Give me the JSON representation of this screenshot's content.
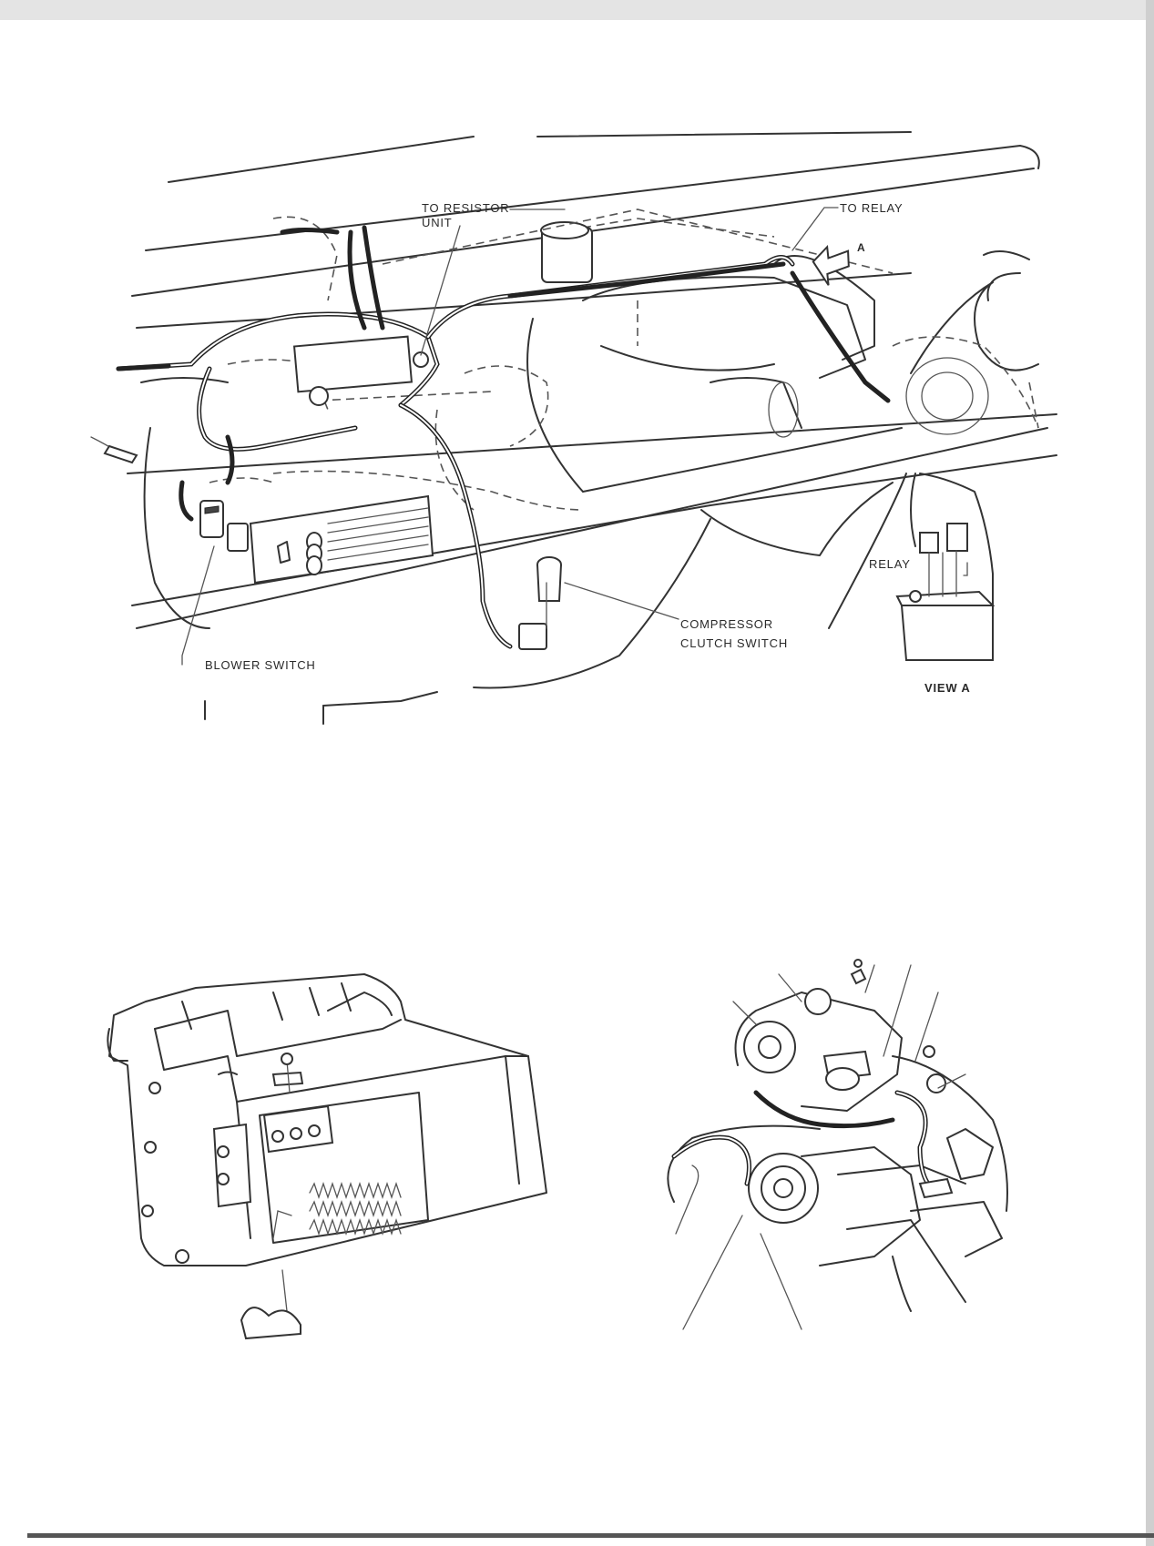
{
  "labels": {
    "to_resistor_line1": "TO RESISTOR",
    "to_resistor_line2": "UNIT",
    "to_relay": "TO RELAY",
    "arrow_a": "A",
    "relay": "RELAY",
    "compressor_line1": "COMPRESSOR",
    "compressor_line2": "CLUTCH SWITCH",
    "blower_switch": "BLOWER SWITCH",
    "view_a": "VIEW A"
  }
}
